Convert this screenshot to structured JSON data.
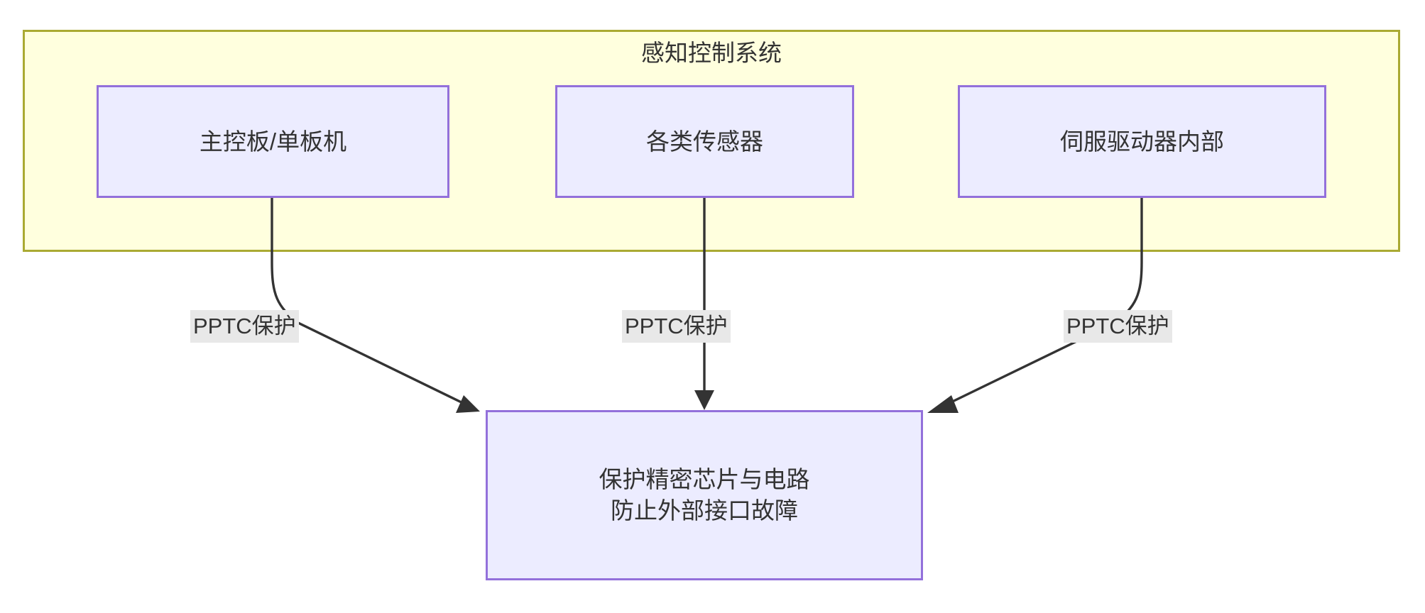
{
  "diagram": {
    "type": "flowchart",
    "direction": "top-down",
    "subgraph": {
      "title": "感知控制系统",
      "fill_color": "#FFFFDE",
      "border_color": "#AAAA33"
    },
    "node_style": {
      "fill_color": "#ECECFF",
      "border_color": "#9370DB",
      "text_color": "#333333"
    },
    "nodes": [
      {
        "id": "mcu",
        "label": "主控板/单板机"
      },
      {
        "id": "sensors",
        "label": "各类传感器"
      },
      {
        "id": "servo",
        "label": "伺服驱动器内部"
      },
      {
        "id": "result",
        "label": "保护精密芯片与电路\n防止外部接口故障"
      }
    ],
    "edges": [
      {
        "from": "mcu",
        "to": "result",
        "label": "PPTC保护",
        "arrow": "triangle"
      },
      {
        "from": "sensors",
        "to": "result",
        "label": "PPTC保护",
        "arrow": "triangle"
      },
      {
        "from": "servo",
        "to": "result",
        "label": "PPTC保护",
        "arrow": "triangle"
      }
    ],
    "edge_label_style": {
      "background_color": "#e8e8e8",
      "text_color": "#333333"
    }
  }
}
